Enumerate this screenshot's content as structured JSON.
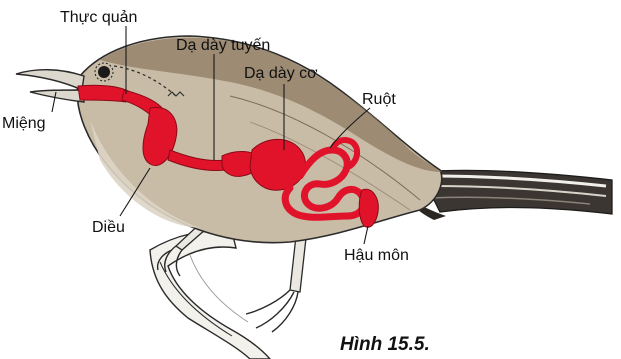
{
  "labels": {
    "esophagus": "Thực quản",
    "proventriculus": "Dạ dày tuyến",
    "gizzard": "Dạ dày cơ",
    "intestine": "Ruột",
    "mouth": "Miệng",
    "crop": "Diều",
    "cloaca": "Hậu môn"
  },
  "caption": "Hình 15.5.",
  "colors": {
    "digestive_tract": "#e0132b",
    "body": "#c7bba6",
    "back": "#9c8770",
    "tail": "#3a3530",
    "legs": "#e9e6df"
  }
}
